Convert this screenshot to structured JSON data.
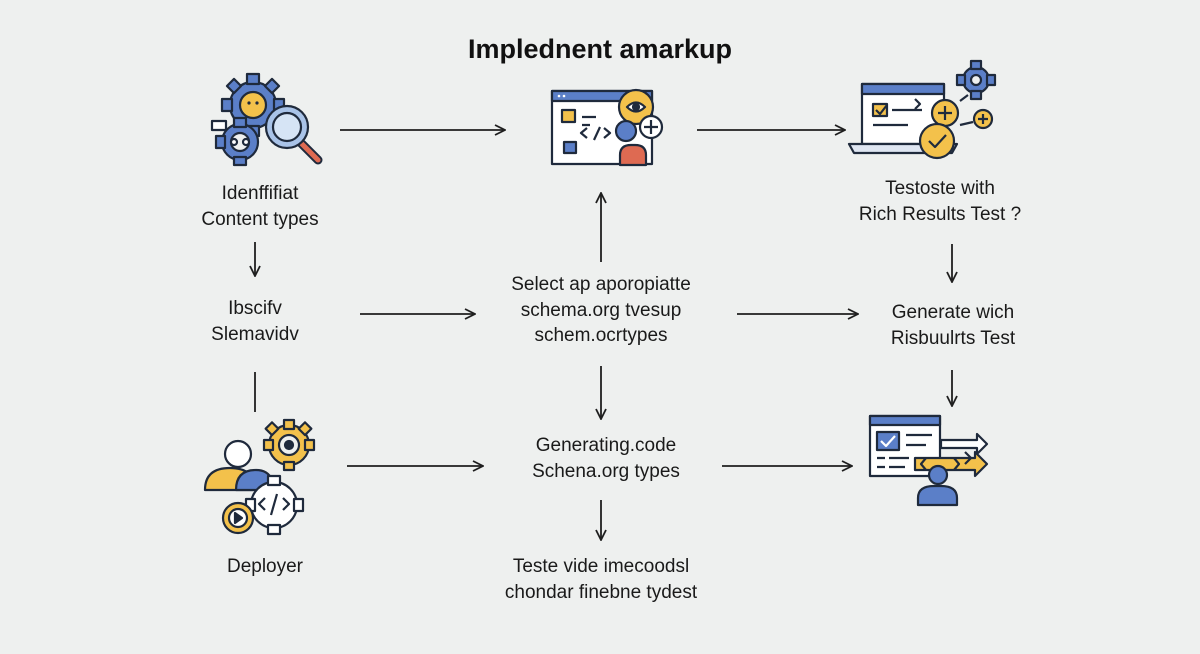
{
  "title": "Implednent amarkup",
  "steps": {
    "identify": {
      "lines": [
        "Idenffifiat",
        "Content types"
      ]
    },
    "classify": {
      "lines": [
        "Ibscifv",
        "Slemavidv"
      ]
    },
    "deploy": {
      "lines": [
        "Deployer"
      ]
    },
    "select": {
      "lines": [
        "Select ap aporopiatte",
        "schema.org tvesup",
        "schem.ocrtypes"
      ]
    },
    "generating": {
      "lines": [
        "Generating.code",
        "Schena.org types"
      ]
    },
    "testvide": {
      "lines": [
        "Teste vide imecoodsl",
        "chondar finebne tydest"
      ]
    },
    "testrich": {
      "lines": [
        "Testoste with",
        "Rich Results Test ?"
      ]
    },
    "generate": {
      "lines": [
        "Generate wich",
        "Risbuulrts Test"
      ]
    }
  },
  "icons": {
    "identify": "gear-magnifier-icon",
    "markup": "code-window-icon",
    "test": "laptop-check-icon",
    "deploy": "team-gear-code-icon",
    "review": "checklist-code-person-icon"
  },
  "colors": {
    "blue": "#5b7fc8",
    "yellow": "#f3c14b",
    "red": "#de6a52",
    "ink": "#1f2a3c"
  }
}
